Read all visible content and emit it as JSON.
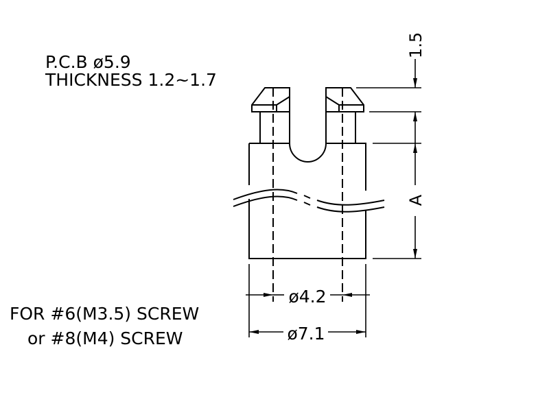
{
  "notes": {
    "pcb_line": "P.C.B ø5.9",
    "thickness_line": "THICKNESS 1.2~1.7",
    "screw_line1": "FOR #6(M3.5) SCREW",
    "screw_line2": "or #8(M4) SCREW"
  },
  "dimensions": {
    "cap_height": "1.5",
    "length": "A",
    "inner_diameter": "ø4.2",
    "outer_diameter": "ø7.1"
  },
  "colors": {
    "line": "#000000",
    "background": "#ffffff"
  }
}
